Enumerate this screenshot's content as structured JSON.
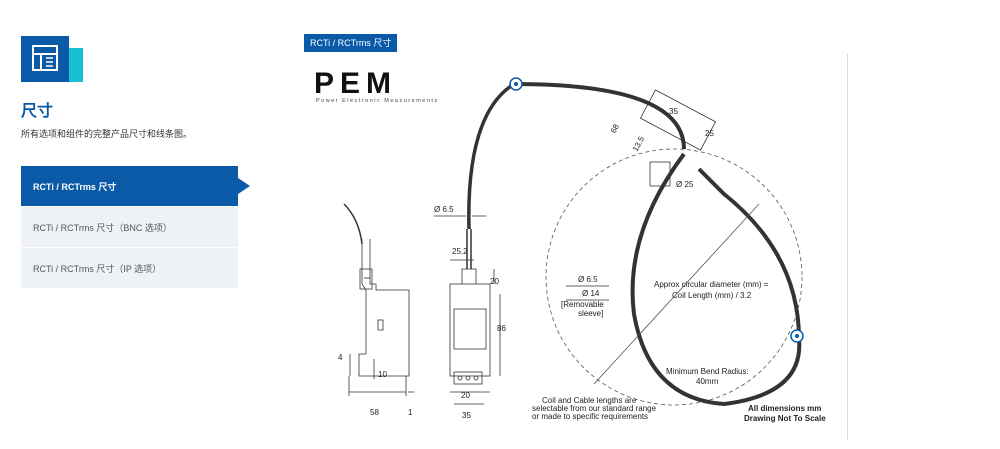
{
  "sidebar": {
    "title": "尺寸",
    "description": "所有选项和组件的完整产品尺寸和线条图。",
    "items": [
      {
        "label": "RCTi / RCTrms 尺寸"
      },
      {
        "label": "RCTi / RCTrms 尺寸（BNC 选项）"
      },
      {
        "label": "RCTi / RCTrms 尺寸（IP 选项）"
      }
    ]
  },
  "main": {
    "tab_label": "RCTi / RCTrms 尺寸",
    "logo_text": "PEM",
    "logo_tagline": "Power Electronic Measurements",
    "dims": {
      "d65_top": "Ø 6.5",
      "d252": "25.2",
      "d20_top": "20",
      "d86": "86",
      "d20_bottom": "20",
      "d35_bottom": "35",
      "d58": "58",
      "d1": "1",
      "d4": "4",
      "d10": "10",
      "d35_top": "35",
      "d25_top": "25",
      "d68": "68",
      "d135": "13.5",
      "d25_circle": "Ø 25",
      "d65_right": "Ø 6.5",
      "d14": "Ø 14",
      "removable_1": "[Removable",
      "removable_2": "sleeve]",
      "approx_1": "Approx circular diameter (mm) =",
      "approx_2": "Coil Length (mm) / 3.2",
      "bend_1": "Minimum Bend Radius:",
      "bend_2": "40mm",
      "note_1": "Coil and Cable lengths are",
      "note_2": "selectable from our standard range",
      "note_3": "or made to specific requirements",
      "all_dims": "All dimensions mm",
      "not_to_scale": "Drawing Not To Scale"
    }
  },
  "colors": {
    "brand": "#0a5aa8",
    "accent": "#17c2d0"
  }
}
